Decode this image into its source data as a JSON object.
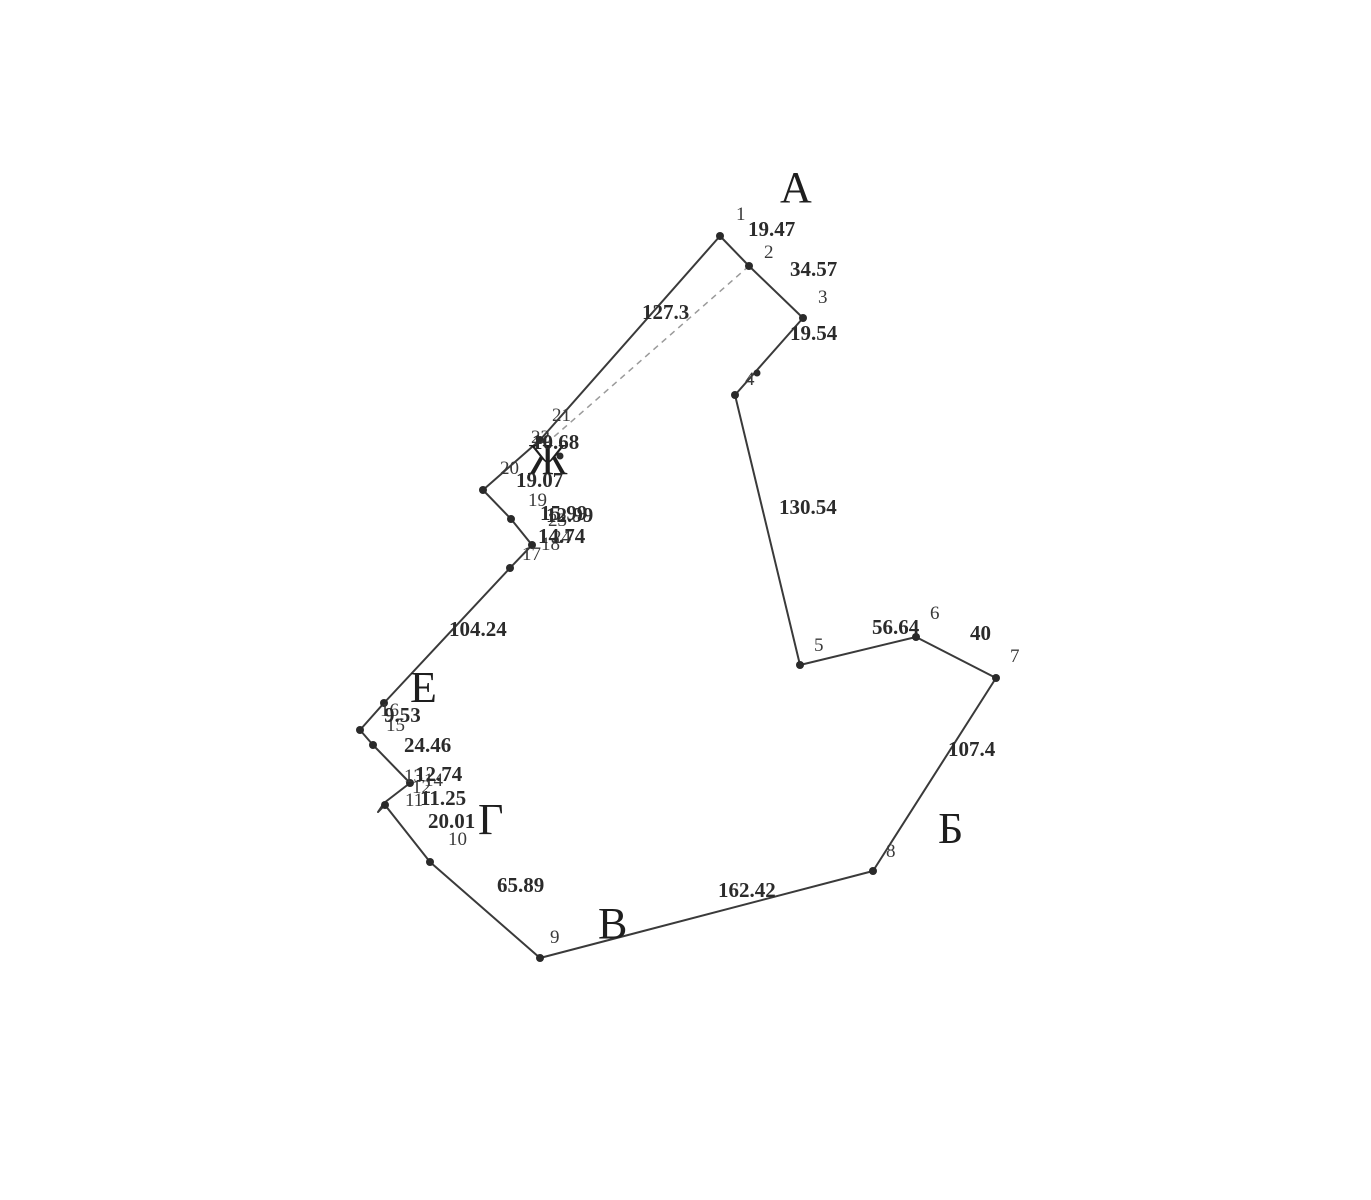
{
  "plan": {
    "corner_letters": [
      "А",
      "Б",
      "В",
      "Г",
      "Е",
      "Ж"
    ],
    "point_numbers": [
      "1",
      "2",
      "3",
      "4",
      "5",
      "6",
      "7",
      "8",
      "9",
      "10",
      "11",
      "12",
      "13",
      "14",
      "15",
      "16",
      "17",
      "18",
      "19",
      "20",
      "21",
      "22",
      "23",
      "24"
    ],
    "segment_lengths": [
      "19.47",
      "34.57",
      "19.54",
      "130.54",
      "56.64",
      "40",
      "107.4",
      "162.42",
      "65.89",
      "20.01",
      "11.25",
      "12.74",
      "24.46",
      "9.53",
      "104.24",
      "14.74",
      "15.99",
      "19.07",
      "10.68",
      "127.3",
      "12.99"
    ]
  }
}
